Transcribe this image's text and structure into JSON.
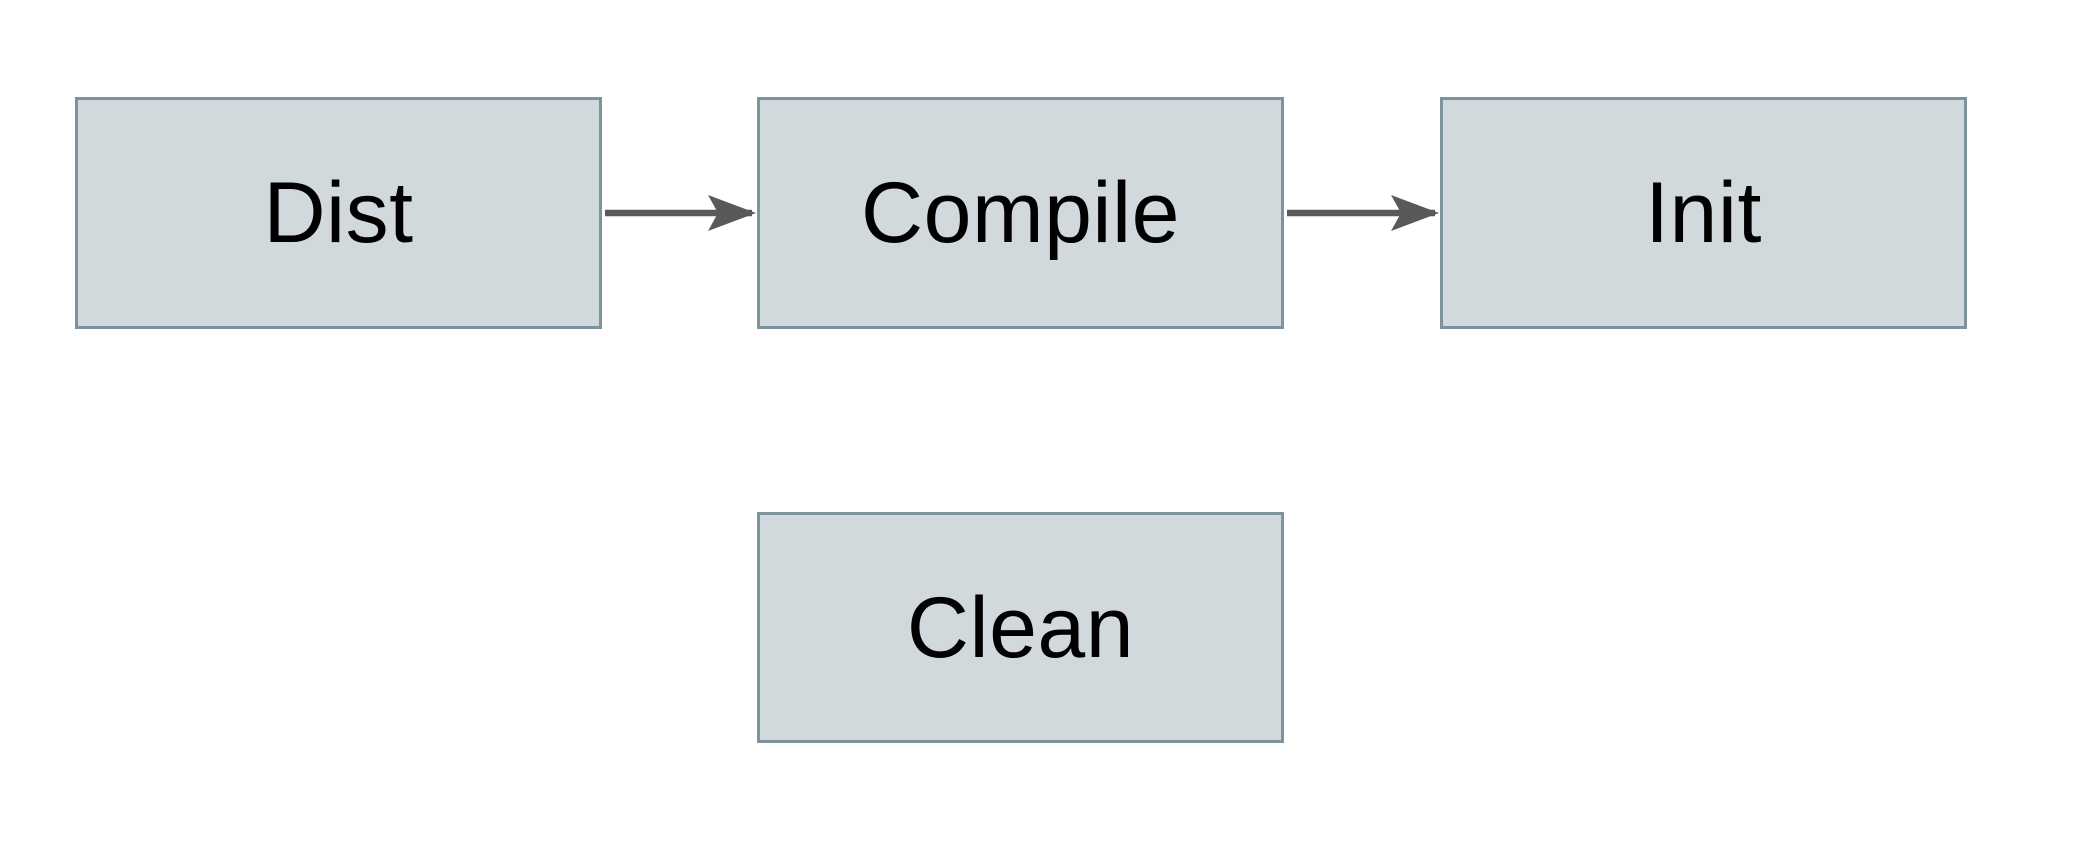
{
  "diagram": {
    "type": "flowchart",
    "nodes": [
      {
        "id": "dist",
        "label": "Dist"
      },
      {
        "id": "compile",
        "label": "Compile"
      },
      {
        "id": "init",
        "label": "Init"
      },
      {
        "id": "clean",
        "label": "Clean"
      }
    ],
    "edges": [
      {
        "from": "dist",
        "to": "compile",
        "direction": "right"
      },
      {
        "from": "compile",
        "to": "init",
        "direction": "right"
      }
    ],
    "colors": {
      "node_fill": "#d2d9dc",
      "node_border": "#7e939d",
      "arrow": "#58595b",
      "text": "#000000",
      "background": "#ffffff"
    }
  }
}
